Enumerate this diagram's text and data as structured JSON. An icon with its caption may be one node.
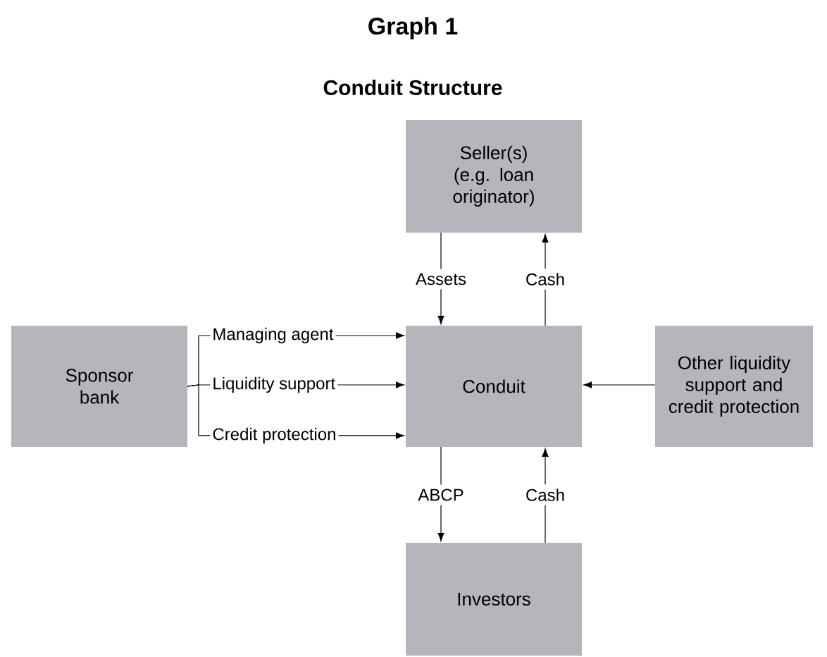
{
  "diagram": {
    "title": "Graph 1",
    "nodes": [
      {
        "text": [
          "Seller(s) (e.g. loan originator)"
        ]
      },
      {
        "text": [
          "Sponsor bank"
        ]
      },
      {
        "text": [
          "Conduit"
        ]
      },
      {
        "text": [
          "Other liquidity support and credit protection"
        ]
      },
      {
        "text": [
          "Investors"
        ]
      }
    ],
    "edges": [
      {
        "from": 0,
        "to": 2,
        "arrow": "to",
        "label": "Assets"
      },
      {
        "from": 2,
        "to": 0,
        "arrow": "to",
        "label": "Cash"
      },
      {
        "from": 1,
        "to": 2,
        "arrow": "to",
        "label": "Managing agent"
      },
      {
        "from": 1,
        "to": 2,
        "arrow": "to",
        "label": "Liquidity support"
      },
      {
        "from": 1,
        "to": 2,
        "arrow": "to",
        "label": "Credit protection"
      },
      {
        "from": 3,
        "to": 2,
        "arrow": "to"
      },
      {
        "from": 2,
        "to": 4,
        "arrow": "to",
        "label": "ABCP"
      },
      {
        "from": 4,
        "to": 2,
        "arrow": "to",
        "label": "Cash"
      }
    ],
    "labels": [
      "Conduit Structure"
    ]
  }
}
